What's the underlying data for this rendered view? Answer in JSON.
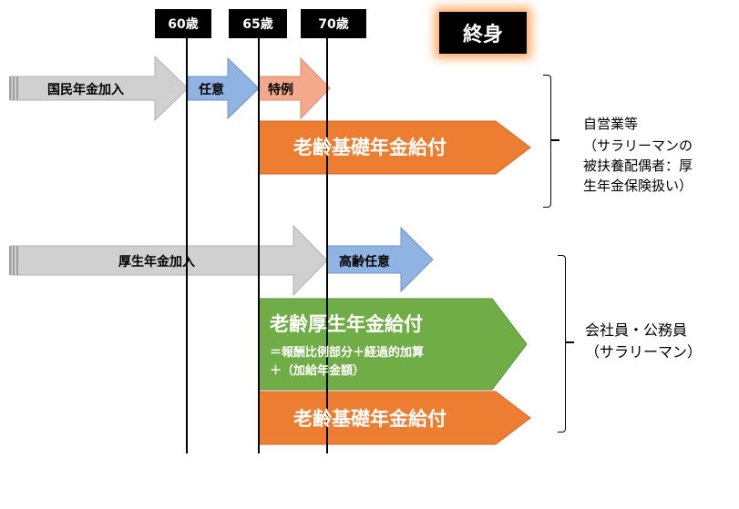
{
  "ages": {
    "age60": "60歳",
    "age65": "65歳",
    "age70": "70歳",
    "lifetime": "終身"
  },
  "self_employed": {
    "national_pension": "国民年金加入",
    "voluntary": "任意",
    "special": "特例",
    "basic_pension": "老齢基礎年金給付",
    "side_title": "自営業等",
    "side_note_line1": "（サラリーマンの",
    "side_note_line2": "被扶養配偶者：厚",
    "side_note_line3": "生年金保険扱い）"
  },
  "employee": {
    "employee_pension": "厚生年金加入",
    "elderly_voluntary": "高齢任意",
    "welfare_pension": "老齢厚生年金給付",
    "welfare_formula1": "＝報酬比例部分＋経過的加算",
    "welfare_formula2": "＋（加給年金額）",
    "basic_pension": "老齢基礎年金給付",
    "side_title": "会社員・公務員",
    "side_note": "（サラリーマン）"
  },
  "colors": {
    "gray_arrow": "#d0d0d0",
    "blue_arrow": "#8fb4e3",
    "salmon_arrow": "#f4a98a",
    "orange_arrow": "#ed7d31",
    "green_arrow": "#70ad47",
    "black_box": "#000000"
  }
}
